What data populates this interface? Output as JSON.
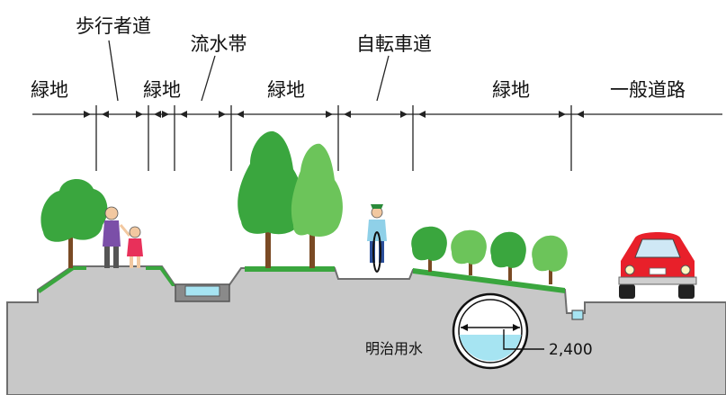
{
  "labels": {
    "ryokuchi_1": "緑地",
    "hokousha_dou": "歩行者道",
    "ryokuchi_2": "緑地",
    "ryusuitai": "流水帯",
    "ryokuchi_3": "緑地",
    "jitensha_dou": "自転車道",
    "ryokuchi_4": "緑地",
    "ippan_douro": "一般道路",
    "meiji_yousui": "明治用水",
    "pipe_size": "2,400"
  },
  "colors": {
    "ground": "#c8c8c8",
    "ground_stroke": "#6e6e6e",
    "tree_dark": "#3aa63e",
    "tree_light": "#6cc45a",
    "trunk": "#7a4a24",
    "water": "#a6e4f2",
    "car": "#e8202a"
  }
}
